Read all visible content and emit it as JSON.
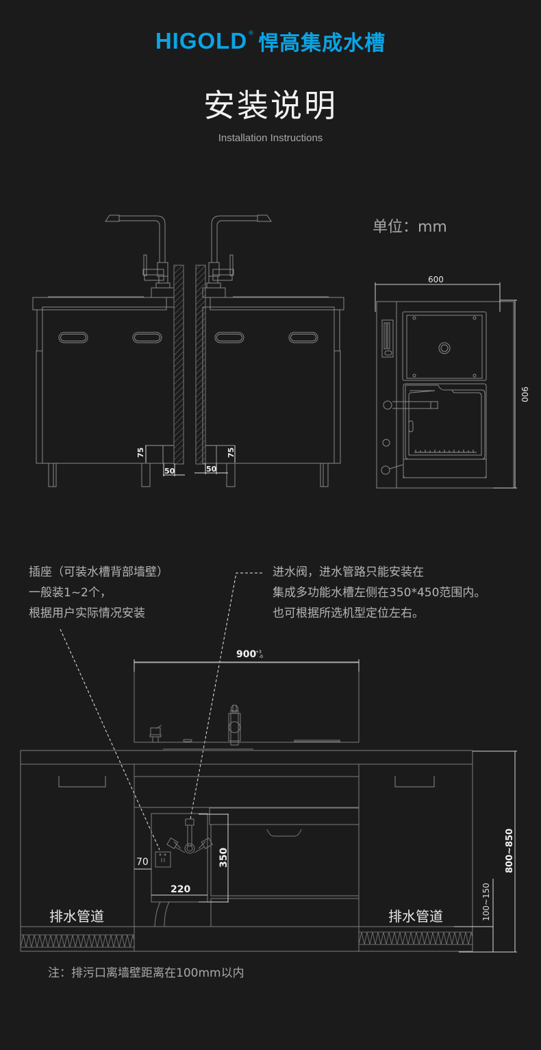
{
  "header": {
    "brand_en": "HIGOLD",
    "brand_reg": "®",
    "brand_cn": "悍高集成水槽",
    "brand_color": "#0aa5e6"
  },
  "title": "安装说明",
  "subtitle": "Installation Instructions",
  "unit_label": "单位：mm",
  "side_view": {
    "dim_height_left": "75",
    "dim_gap_left": "50",
    "dim_height_right": "75",
    "dim_gap_right": "50"
  },
  "top_view": {
    "dim_width": "600",
    "dim_depth": "900"
  },
  "notes": {
    "socket": [
      "插座（可装水槽背部墙壁）",
      "一般装1~2个，",
      "根据用户实际情况安装"
    ],
    "valve": [
      "进水阀，进水管路只能安装在",
      "集成多功能水槽左侧在350*450范围内。",
      "也可根据所选机型定位左右。"
    ]
  },
  "front_view": {
    "dim_width": "900",
    "dim_width_tol_plus": "+3",
    "dim_width_tol_minus": "-0",
    "dim_socket_offset": "70",
    "dim_zone_width": "220",
    "dim_zone_height": "350",
    "dim_total_height": "800~850",
    "dim_plinth_height": "100~150",
    "drain_left": "排水管道",
    "drain_right": "排水管道"
  },
  "footnote": "注：排污口离墙壁距离在100mm以内"
}
